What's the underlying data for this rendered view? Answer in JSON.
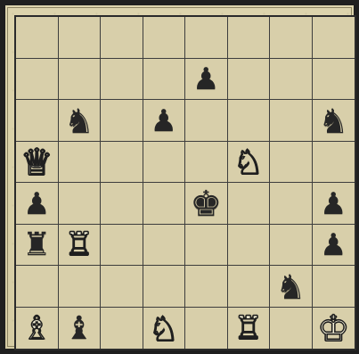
{
  "board": {
    "rows": [
      [
        {
          "piece": null
        },
        {
          "piece": null
        },
        {
          "piece": null
        },
        {
          "piece": null
        },
        {
          "piece": null
        },
        {
          "piece": null
        },
        {
          "piece": null
        },
        {
          "piece": null
        }
      ],
      [
        {
          "piece": null
        },
        {
          "piece": null
        },
        {
          "piece": null
        },
        {
          "piece": null
        },
        {
          "piece": {
            "color": "black",
            "type": "pawn",
            "glyph": "♟",
            "icon": "black-pawn-icon"
          }
        },
        {
          "piece": null
        },
        {
          "piece": null
        },
        {
          "piece": null
        }
      ],
      [
        {
          "piece": null
        },
        {
          "piece": {
            "color": "black",
            "type": "knight",
            "glyph": "♞",
            "icon": "black-knight-icon"
          }
        },
        {
          "piece": null
        },
        {
          "piece": {
            "color": "black",
            "type": "pawn",
            "glyph": "♟",
            "icon": "black-pawn-icon"
          }
        },
        {
          "piece": null
        },
        {
          "piece": null
        },
        {
          "piece": null
        },
        {
          "piece": {
            "color": "black",
            "type": "knight",
            "glyph": "♞",
            "icon": "black-knight-icon"
          }
        }
      ],
      [
        {
          "piece": {
            "color": "white",
            "type": "queen",
            "glyph": "♕",
            "icon": "white-queen-icon"
          }
        },
        {
          "piece": null
        },
        {
          "piece": null
        },
        {
          "piece": null
        },
        {
          "piece": null
        },
        {
          "piece": {
            "color": "white",
            "type": "knight",
            "glyph": "♘",
            "icon": "white-knight-icon"
          }
        },
        {
          "piece": null
        },
        {
          "piece": null
        }
      ],
      [
        {
          "piece": {
            "color": "black",
            "type": "pawn",
            "glyph": "♟",
            "icon": "black-pawn-icon"
          }
        },
        {
          "piece": null
        },
        {
          "piece": null
        },
        {
          "piece": null
        },
        {
          "piece": {
            "color": "black",
            "type": "king",
            "glyph": "♚",
            "icon": "black-king-icon"
          }
        },
        {
          "piece": null
        },
        {
          "piece": null
        },
        {
          "piece": {
            "color": "black",
            "type": "pawn",
            "glyph": "♟",
            "icon": "black-pawn-icon"
          }
        }
      ],
      [
        {
          "piece": {
            "color": "black",
            "type": "rook",
            "glyph": "♜",
            "icon": "black-rook-icon"
          }
        },
        {
          "piece": {
            "color": "white",
            "type": "rook",
            "glyph": "♖",
            "icon": "white-rook-icon"
          }
        },
        {
          "piece": null
        },
        {
          "piece": null
        },
        {
          "piece": null
        },
        {
          "piece": null
        },
        {
          "piece": null
        },
        {
          "piece": {
            "color": "black",
            "type": "pawn",
            "glyph": "♟",
            "icon": "black-pawn-icon"
          }
        }
      ],
      [
        {
          "piece": null
        },
        {
          "piece": null
        },
        {
          "piece": null
        },
        {
          "piece": null
        },
        {
          "piece": null
        },
        {
          "piece": null
        },
        {
          "piece": {
            "color": "black",
            "type": "knight",
            "glyph": "♞",
            "icon": "black-knight-icon"
          }
        },
        {
          "piece": null
        }
      ],
      [
        {
          "piece": {
            "color": "white",
            "type": "bishop",
            "glyph": "♗",
            "icon": "white-bishop-icon"
          }
        },
        {
          "piece": {
            "color": "black",
            "type": "bishop",
            "glyph": "♝",
            "icon": "black-bishop-icon"
          }
        },
        {
          "piece": null
        },
        {
          "piece": {
            "color": "white",
            "type": "knight",
            "glyph": "♘",
            "icon": "white-knight-icon"
          }
        },
        {
          "piece": null
        },
        {
          "piece": {
            "color": "white",
            "type": "rook",
            "glyph": "♖",
            "icon": "white-rook-icon"
          }
        },
        {
          "piece": null
        },
        {
          "piece": {
            "color": "white",
            "type": "king",
            "glyph": "♔",
            "icon": "white-king-icon"
          }
        }
      ]
    ]
  }
}
